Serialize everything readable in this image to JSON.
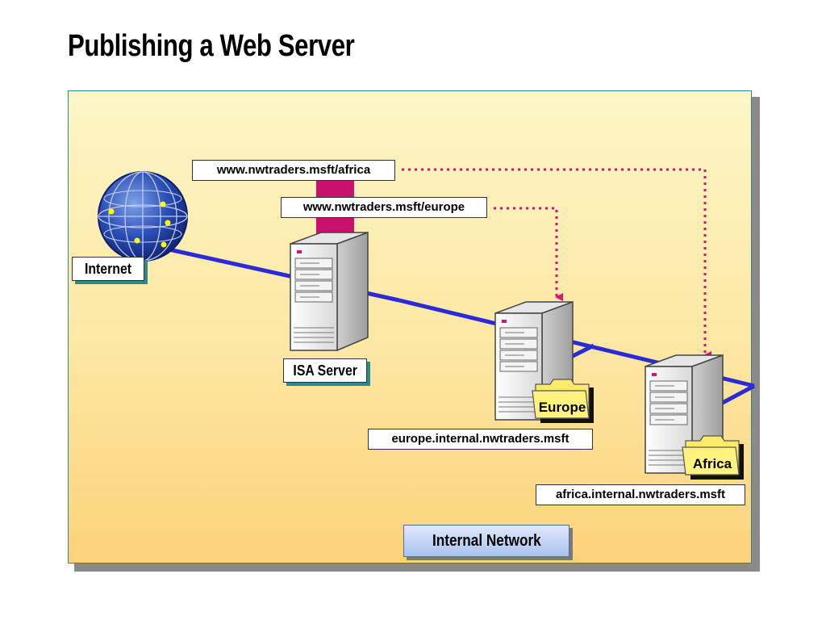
{
  "title": "Publishing a Web Server",
  "labels": {
    "internet": "Internet",
    "isa_server": "ISA Server",
    "url_africa": "www.nwtraders.msft/africa",
    "url_europe": "www.nwtraders.msft/europe",
    "europe_folder": "Europe",
    "africa_folder": "Africa",
    "europe_host": "europe.internal.nwtraders.msft",
    "africa_host": "africa.internal.nwtraders.msft",
    "internal_network": "Internal Network"
  },
  "colors": {
    "network_line": "#2a2ad8",
    "redirect_arrow": "#d6157a",
    "publish_bar": "#c8106e",
    "folder": "#fde96a"
  },
  "icons": {
    "internet": "globe-icon",
    "server": "server-tower-icon",
    "folder": "folder-icon"
  }
}
